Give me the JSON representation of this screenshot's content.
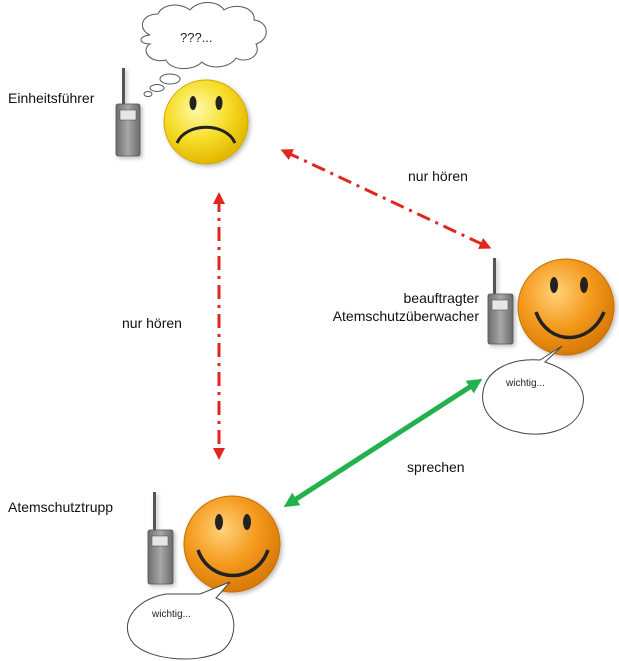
{
  "roles": {
    "leader": "Einheitsführer",
    "monitor_line1": "beauftragter",
    "monitor_line2": "Atemschutzüberwacher",
    "troop": "Atemschutztrupp"
  },
  "links": {
    "leader_monitor": "nur hören",
    "leader_troop": "nur hören",
    "troop_monitor": "sprechen"
  },
  "bubbles": {
    "leader_thought": "???...",
    "monitor_speech": "wichtig...",
    "troop_speech": "wichtig..."
  },
  "colors": {
    "listen_line": "#e0261f",
    "speak_line": "#22b14c",
    "sad_face": "#f5d312",
    "happy_face": "#f39a1c",
    "radio_body": "#8c8c8c"
  },
  "icons": {
    "leader_face": "sad-face-icon",
    "monitor_face": "happy-face-icon",
    "troop_face": "happy-face-icon",
    "radio": "walkie-talkie-icon"
  }
}
